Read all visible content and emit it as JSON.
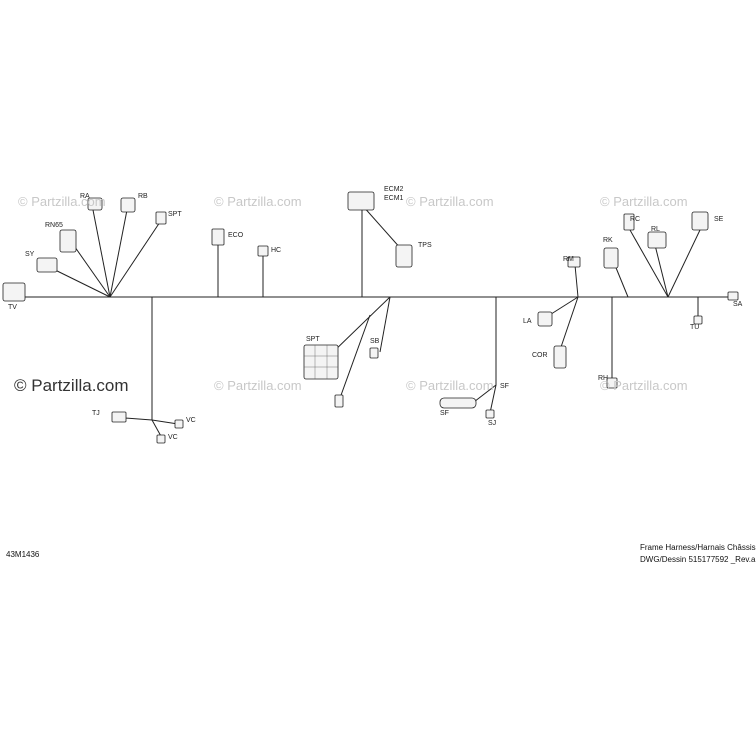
{
  "watermarks": [
    "© Partzilla.com",
    "© Partzilla.com",
    "© Partzilla.com",
    "© Partzilla.com",
    "© Partzilla.com",
    "© Partzilla.com",
    "© Partzilla.com",
    "© Partzilla.com",
    "© Partzilla.com"
  ],
  "connector_codes": [
    "TV",
    "SY",
    "RN65",
    "RA",
    "RB",
    "SPT",
    "ECO",
    "HC",
    "ECM2",
    "ECM1",
    "TPS",
    "RM",
    "RK",
    "RL",
    "RC",
    "SE",
    "SA",
    "TU",
    "LA",
    "COR",
    "RH",
    "SPT",
    "TJ",
    "VC",
    "VC",
    "SB",
    "SF",
    "SF",
    "SJ"
  ],
  "drawing_number": "43M1436",
  "title_line1": "Frame Harness/Harnais Châssis",
  "title_line2": "DWG/Dessin 515177592 _Rev.a"
}
